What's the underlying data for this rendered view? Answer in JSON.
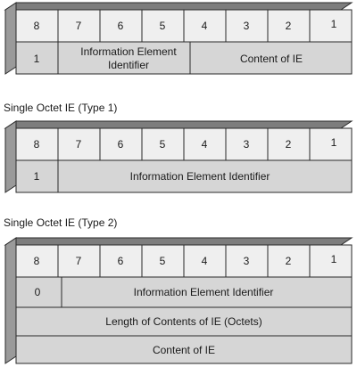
{
  "bit_labels": [
    "8",
    "7",
    "6",
    "5",
    "4",
    "3",
    "2",
    "1"
  ],
  "diagram1": {
    "row2": {
      "col1": "1",
      "iei_line1": "Information Element",
      "iei_line2": "Identifier",
      "content": "Content of IE"
    }
  },
  "diagram2": {
    "caption": "Single Octet IE (Type 1)",
    "row2": {
      "col1": "1",
      "iei": "Information Element Identifier"
    }
  },
  "diagram3": {
    "caption": "Single Octet IE (Type 2)",
    "row2": {
      "col1": "0",
      "iei": "Information Element Identifier"
    },
    "row3": "Length of Contents of IE (Octets)",
    "row4": "Content of IE"
  },
  "colors": {
    "face": "#d6d6d6",
    "side": "#9a9a9a",
    "top": "#7d7d7d",
    "header_cell": "#efefef",
    "stroke": "#2a2a2a"
  }
}
